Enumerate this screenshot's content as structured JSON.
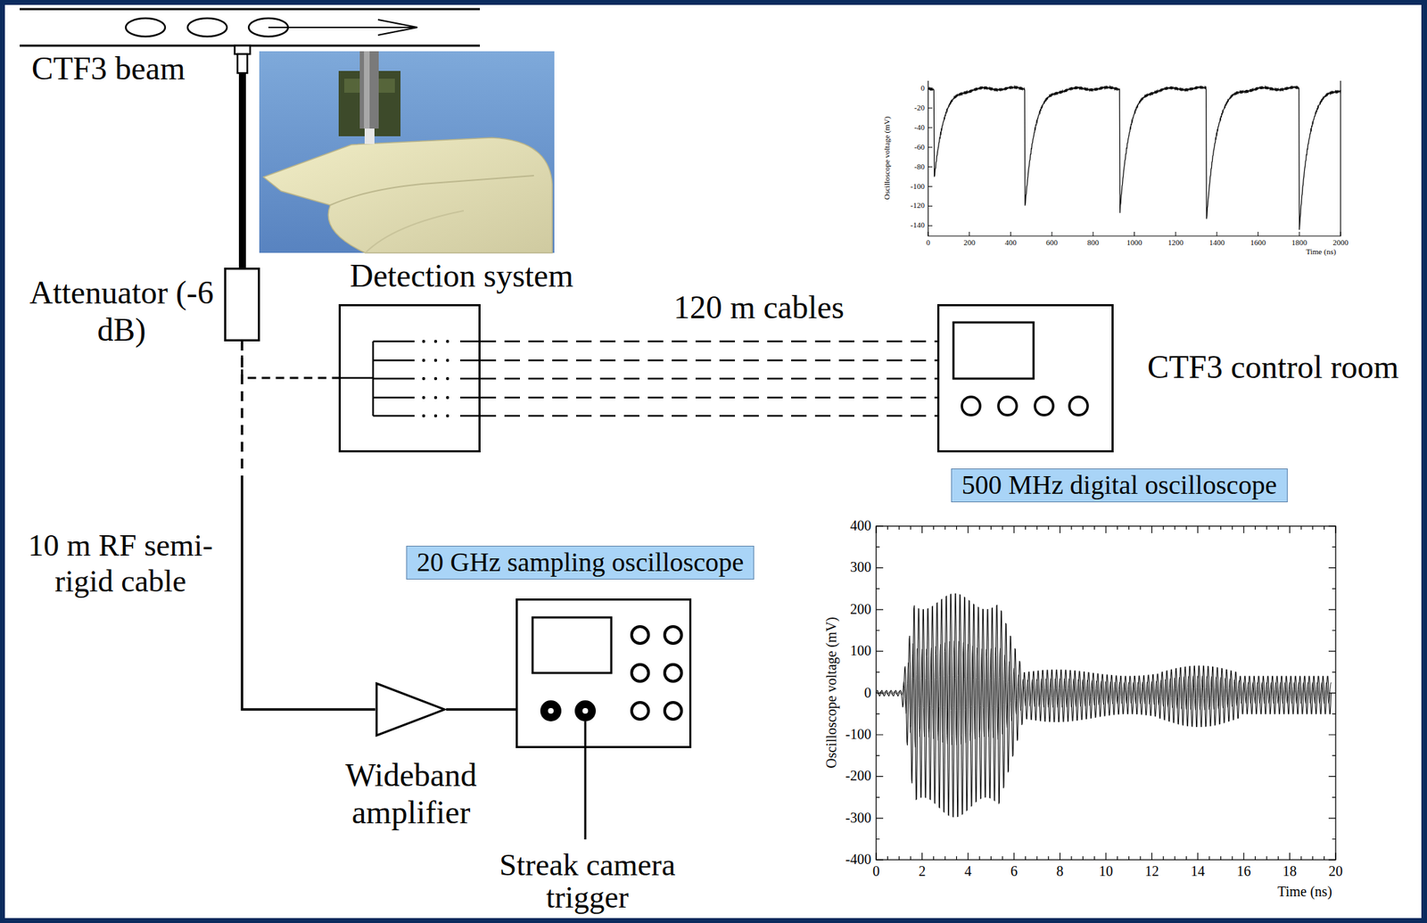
{
  "diagram": {
    "nodes": [
      {
        "text": [
          "Attenuator (-6 dB)"
        ]
      },
      {
        "text": [
          "Detection system"
        ]
      },
      {
        "text": [
          "CTF3 control room",
          "500 MHz digital oscilloscope"
        ]
      },
      {
        "text": [
          "Wideband amplifier"
        ]
      },
      {
        "text": [
          "20 GHz sampling oscilloscope"
        ]
      }
    ],
    "edges": [
      {
        "from": 0,
        "to": 1,
        "arrow": "none"
      },
      {
        "from": 1,
        "to": 2,
        "label": "120 m cables",
        "arrow": "none"
      },
      {
        "from": 0,
        "to": 3,
        "arrow": "none"
      },
      {
        "from": 3,
        "to": 4,
        "arrow": "none"
      }
    ],
    "labels": [
      "CTF3 beam",
      "10 m RF semi-rigid cable",
      "Streak camera trigger",
      "Oscilloscope voltage (mV)",
      "0",
      "-20",
      "-40",
      "-60",
      "-80",
      "-100",
      "-120",
      "-140",
      "0",
      "200",
      "400",
      "600",
      "800",
      "1000",
      "1200",
      "1400",
      "1600",
      "1800",
      "2000",
      "Time (ns)",
      "Oscilloscope voltage (mV)",
      "400",
      "300",
      "200",
      "100",
      "0",
      "-100",
      "-200",
      "-300",
      "-400",
      "0",
      "2",
      "4",
      "6",
      "8",
      "10",
      "12",
      "14",
      "16",
      "18",
      "20",
      "Time (ns)"
    ]
  }
}
